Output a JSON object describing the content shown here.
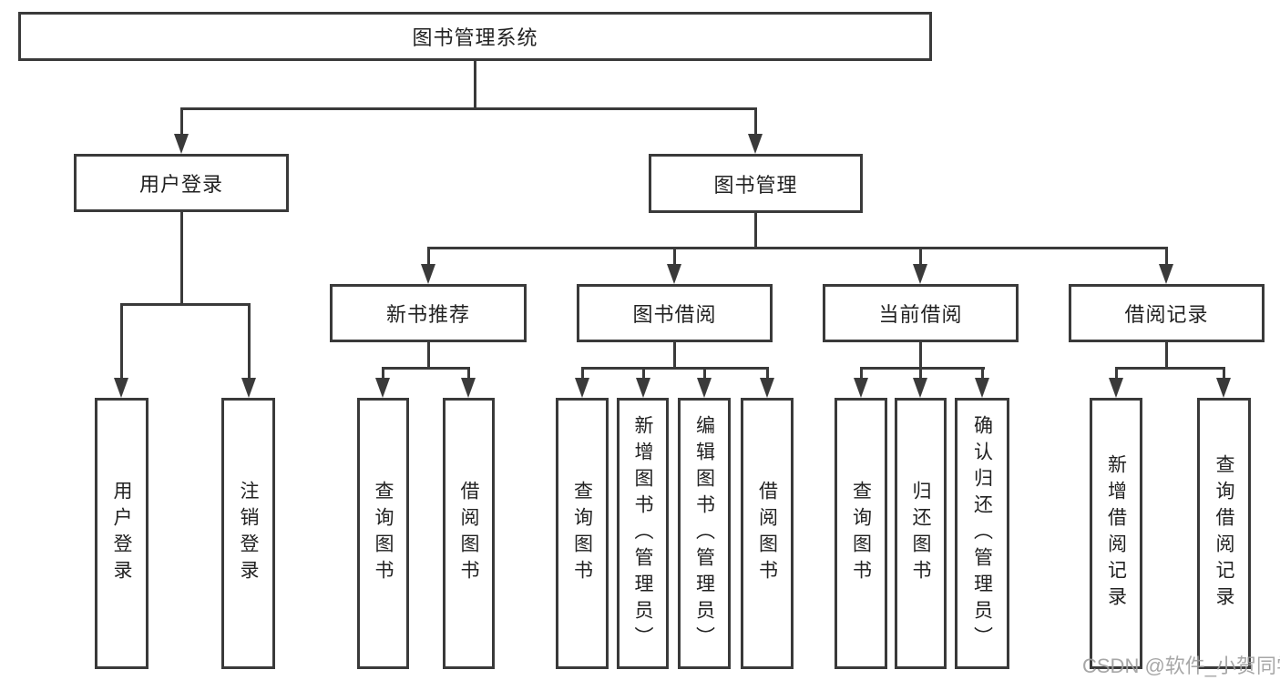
{
  "diagram": {
    "root": {
      "label": "图书管理系统"
    },
    "branches": {
      "userLogin": {
        "label": "用户登录",
        "leaves": [
          "用户登录",
          "注销登录"
        ]
      },
      "bookMgmt": {
        "label": "图书管理"
      }
    },
    "sections": {
      "newBookRec": {
        "label": "新书推荐",
        "leaves": [
          "查询图书",
          "借阅图书"
        ]
      },
      "bookBorrow": {
        "label": "图书借阅",
        "leaves": [
          "查询图书",
          "新增图书（管理员）",
          "编辑图书（管理员）",
          "借阅图书"
        ]
      },
      "currentBorrow": {
        "label": "当前借阅",
        "leaves": [
          "查询图书",
          "归还图书",
          "确认归还（管理员）"
        ]
      },
      "borrowRecords": {
        "label": "借阅记录",
        "leaves": [
          "新增借阅记录",
          "查询借阅记录"
        ]
      }
    }
  },
  "watermark": {
    "text": "CSDN @软件_小贺同学"
  },
  "colors": {
    "line": "#3a3a3a",
    "text": "#222222",
    "watermark": "#9e9e9e",
    "background": "#ffffff"
  }
}
